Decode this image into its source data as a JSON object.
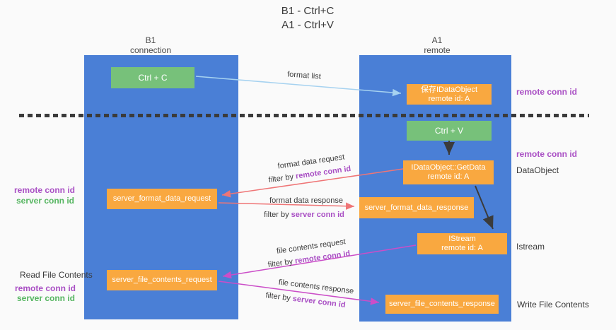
{
  "title": {
    "line1": "B1 - Ctrl+C",
    "line2": "A1 - Ctrl+V"
  },
  "columns": {
    "left": {
      "name": "B1",
      "role": "connection"
    },
    "right": {
      "name": "A1",
      "role": "remote"
    }
  },
  "nodes": {
    "ctrl_c": {
      "label": "Ctrl + C"
    },
    "ctrl_v": {
      "label": "Ctrl + V"
    },
    "save_idataobject": {
      "line1": "保存IDataObject",
      "line2": "remote id: A"
    },
    "getdata": {
      "line1": "IDataObject::GetData",
      "line2": "remote id: A"
    },
    "istream": {
      "line1": "IStream",
      "line2": "remote id: A"
    },
    "server_format_data_request": {
      "label": "server_format_data_request"
    },
    "server_format_data_response": {
      "label": "server_format_data_response"
    },
    "server_file_contents_request": {
      "label": "server_file_contents_request"
    },
    "server_file_contents_response": {
      "label": "server_file_contents_response"
    }
  },
  "edges": {
    "format_list": {
      "label": "format list"
    },
    "format_data_request": {
      "label": "format data request",
      "filter_prefix": "filter by ",
      "filter_key": "remote conn id"
    },
    "format_data_response": {
      "label": "format data response",
      "filter_prefix": "filter by ",
      "filter_key": "server conn id"
    },
    "file_contents_request": {
      "label": "file contents request",
      "filter_prefix": "filter by ",
      "filter_key": "remote conn id"
    },
    "file_contents_response": {
      "label": "file contents response",
      "filter_prefix": "filter by ",
      "filter_key": "server conn id"
    }
  },
  "annotations": {
    "right_remote_conn_id_top": "remote conn id",
    "right_remote_conn_id_mid": "remote conn id",
    "dataobject": "DataObject",
    "istream": "Istream",
    "write_file_contents": "Write File Contents",
    "left_remote_conn_id_top": "remote conn id",
    "left_server_conn_id_top": "server conn id",
    "read_file_contents": "Read File Contents",
    "left_remote_conn_id_bottom": "remote conn id",
    "left_server_conn_id_bottom": "server conn id"
  },
  "colors": {
    "background": "#fafafa",
    "column_blue": "#4a7fd6",
    "node_orange": "#f9a840",
    "node_green": "#77c17a",
    "arrow_blue": "#a6d2f0",
    "arrow_red": "#ef7576",
    "arrow_magenta": "#cb4ec8",
    "arrow_black": "#3b3b3b",
    "text_purple": "#a94fc4",
    "text_green": "#55b560"
  }
}
